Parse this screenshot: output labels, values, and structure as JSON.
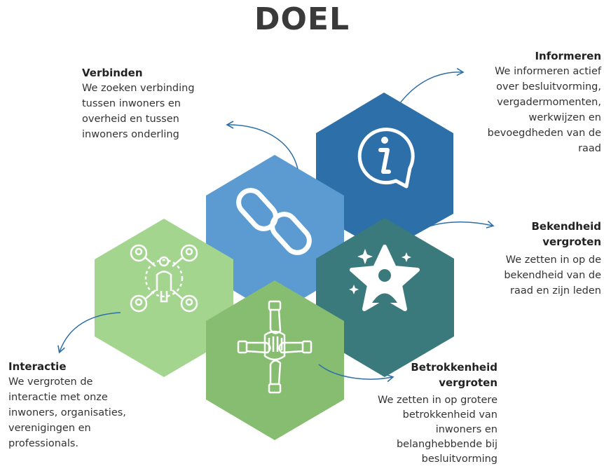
{
  "title": "DOEL",
  "colors": {
    "informeren": "#2d6fa8",
    "verbinden": "#5b9bd1",
    "interactie": "#a3d58f",
    "betrokkenheid": "#86bd71",
    "bekendheid": "#3b7a7c",
    "arrow": "#2f6fa6"
  },
  "items": {
    "verbinden": {
      "title": "Verbinden",
      "text": "We zoeken verbinding\ntussen inwoners en\noverheid en tussen\ninwoners onderling",
      "icon": "link-icon"
    },
    "informeren": {
      "title": "Informeren",
      "text": "We informeren actief\nover besluitvorming,\nvergadermomenten,\nwerkwijzen en\nbevoegdheden van de\nraad",
      "icon": "info-speech-bubble-icon"
    },
    "bekendheid": {
      "title": "Bekendheid\nvergroten",
      "text": "We zetten in op de\nbekendheid van de\nraad en zijn leden",
      "icon": "star-person-icon"
    },
    "interactie": {
      "title": "Interactie",
      "text": "We vergroten de\ninteractie met onze\ninwoners, organisaties,\nverenigingen en\nprofessionals.",
      "icon": "network-people-icon"
    },
    "betrokkenheid": {
      "title": "Betrokkenheid\nvergroten",
      "text": "We zetten in op grotere\nbetrokkenheid van\ninwoners en\nbelanghebbende bij\nbesluitvorming",
      "icon": "hands-together-icon"
    }
  }
}
